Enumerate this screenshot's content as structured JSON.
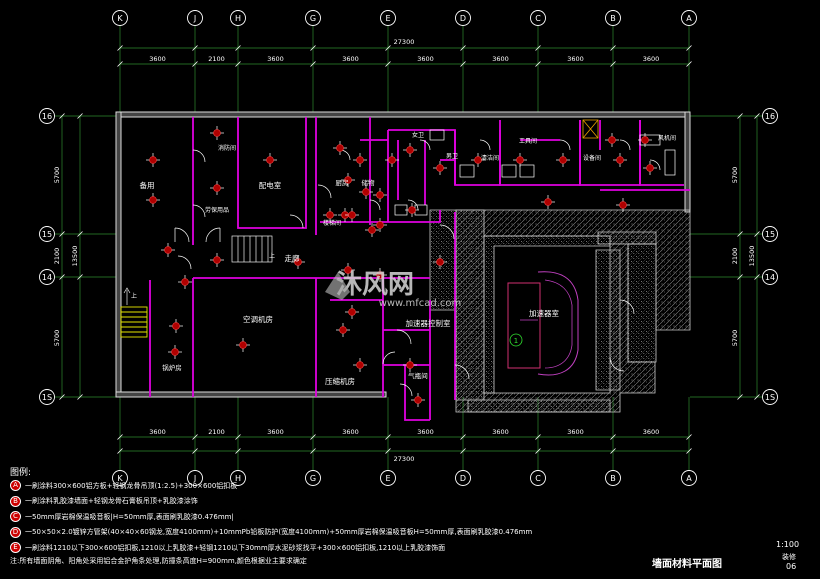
{
  "axes_top": [
    "K",
    "J",
    "H",
    "G",
    "E",
    "D",
    "C",
    "B",
    "A"
  ],
  "axes_side": [
    "16",
    "15",
    "14",
    "1S"
  ],
  "dims": {
    "total": "27300",
    "top_segments": [
      "3600",
      "2100",
      "3600",
      "3600",
      "3600",
      "3600",
      "3600",
      "3600"
    ],
    "bottom_segments": [
      "3600",
      "2100",
      "3600",
      "3600",
      "3600",
      "3600",
      "3600",
      "3600"
    ],
    "left": [
      "5700",
      "13500",
      "2100",
      "5700"
    ],
    "right": [
      "5700",
      "13500",
      "2100",
      "5700"
    ]
  },
  "rooms": {
    "beiyong": "备用",
    "shiwai": "消防间",
    "peidian": "配电室",
    "lianggong": "劳保用品",
    "chufang": "厨房",
    "cang": "储物",
    "louti": "楼梯间",
    "zoulang": "走廊",
    "nvce": "女卫",
    "nance": "男卫",
    "jingxiu": "清洁间",
    "lingjian": "工具间",
    "kongtiao": "空调机房",
    "yasuo": "压缩机房",
    "jiari": "锅炉房",
    "jiasu": "加速器控制室",
    "qigang": "气瓶间",
    "jiasushi": "加速器室",
    "shebei": "设备间",
    "fudian": "风机间",
    "shangshan": "上",
    "circle_label": "1"
  },
  "watermark": {
    "brand": "沐风网",
    "url": "www.mfcad.com"
  },
  "legend": {
    "title": "图例:",
    "items": [
      {
        "mark": "A",
        "text": "一刷涂料300×600铝方板+轻钢龙骨吊顶(1:2.5)+300×600铝扣板"
      },
      {
        "mark": "B",
        "text": "一刷涂料乳胶漆墙面+轻钢龙骨石膏板吊顶+乳胶漆涂饰"
      },
      {
        "mark": "C",
        "text": "一50mm厚岩棉保温吸音板|H=50mm厚,表面刷乳胶漆0.476mm|"
      },
      {
        "mark": "D",
        "text": "一50×50×2.0镀锌方管架(40×40×60钢龙,宽度4100mm)+10mmPb铅板防护(宽度4100mm)+50mm厚岩棉保温吸音板H=50mm厚,表面刷乳胶漆0.476mm"
      },
      {
        "mark": "E",
        "text": "一刷涂料1210以下300×600铝扣板,1210以上乳胶漆+轻钢1210以下30mm厚水泥砂浆找平+300×600铝扣板,1210以上乳胶漆饰面"
      }
    ],
    "note": "注:所有墙面阴角、阳角处采用铝合金护角条处理,防撞条高度H=900mm,颜色根据业主要求确定"
  },
  "title_block": {
    "drawing_title": "墙面材料平面图",
    "scale": "1:100",
    "sheet_label": "装修",
    "sheet_no": "06"
  }
}
